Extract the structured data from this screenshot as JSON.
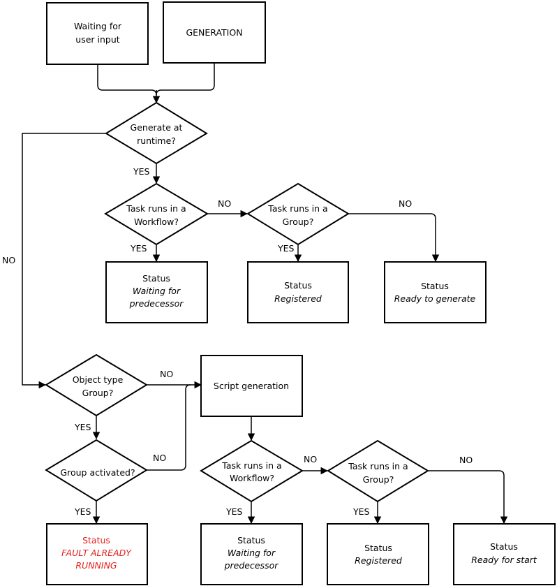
{
  "nodes": {
    "waiting_input": {
      "lines": [
        "Waiting for",
        "user input"
      ]
    },
    "generation": {
      "lines": [
        "GENERATION"
      ]
    },
    "generate_runtime": {
      "lines": [
        "Generate at",
        "runtime?"
      ]
    },
    "task_workflow_1": {
      "lines": [
        "Task runs in a",
        "Workflow?"
      ]
    },
    "task_group_1": {
      "lines": [
        "Task runs in a",
        "Group?"
      ]
    },
    "status_wait_pred_1": {
      "title": "Status",
      "lines": [
        "Waiting for",
        "predecessor"
      ]
    },
    "status_registered_1": {
      "title": "Status",
      "lines": [
        "Registered"
      ]
    },
    "status_ready_generate": {
      "title": "Status",
      "lines": [
        "Ready to generate"
      ]
    },
    "object_type_group": {
      "lines": [
        "Object type",
        "Group?"
      ]
    },
    "script_generation": {
      "lines": [
        "Script generation"
      ]
    },
    "group_activated": {
      "lines": [
        "Group activated?"
      ]
    },
    "task_workflow_2": {
      "lines": [
        "Task runs in a",
        "Workflow?"
      ]
    },
    "task_group_2": {
      "lines": [
        "Task runs in a",
        "Group?"
      ]
    },
    "status_fault": {
      "title": "Status",
      "lines": [
        "FAULT ALREADY",
        "RUNNING"
      ]
    },
    "status_wait_pred_2": {
      "title": "Status",
      "lines": [
        "Waiting for",
        "predecessor"
      ]
    },
    "status_registered_2": {
      "title": "Status",
      "lines": [
        "Registered"
      ]
    },
    "status_ready_start": {
      "title": "Status",
      "lines": [
        "Ready for start"
      ]
    }
  },
  "labels": {
    "yes": "YES",
    "no": "NO"
  },
  "colors": {
    "fault_text": "#e8201c",
    "stroke": "#000000"
  }
}
